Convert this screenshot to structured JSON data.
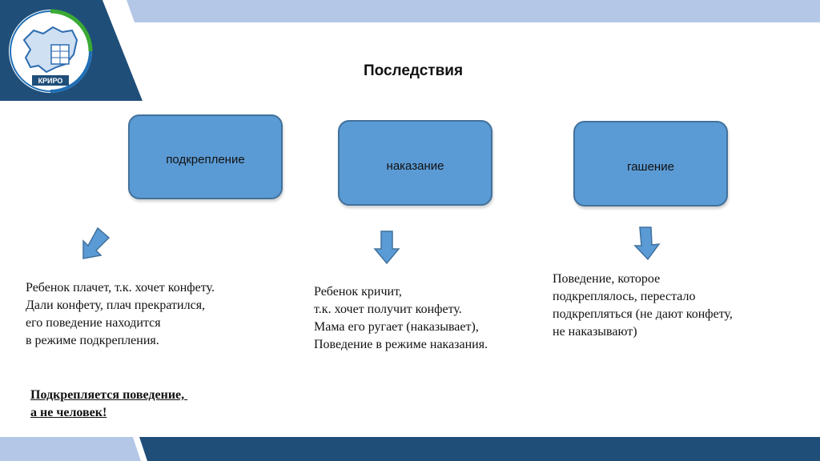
{
  "colors": {
    "dark_blue": "#1f4e79",
    "light_blue": "#b4c7e7",
    "box_fill": "#5b9bd5",
    "box_border": "#41719c",
    "arrow_fill": "#5b9bd5",
    "logo_green": "#3aaa35"
  },
  "logo": {
    "text": "КРИРО"
  },
  "title": "Последствия",
  "boxes": [
    {
      "label": "подкрепление"
    },
    {
      "label": "наказание"
    },
    {
      "label": "гашение"
    }
  ],
  "descriptions": {
    "reinforcement": [
      "Ребенок плачет, т.к. хочет конфету.",
      "Дали конфету, плач прекратился,",
      "его поведение находится",
      "в режиме подкрепления."
    ],
    "punishment": [
      "Ребенок кричит,",
      "т.к. хочет получит конфету.",
      "Мама его ругает (наказывает),",
      "Поведение в режиме наказания."
    ],
    "extinction": [
      "Поведение, которое",
      "подкреплялось, перестало",
      "подкрепляться (не дают конфету,",
      "не наказывают)"
    ]
  },
  "note": [
    "Подкрепляется поведение, ",
    "а не человек!"
  ]
}
